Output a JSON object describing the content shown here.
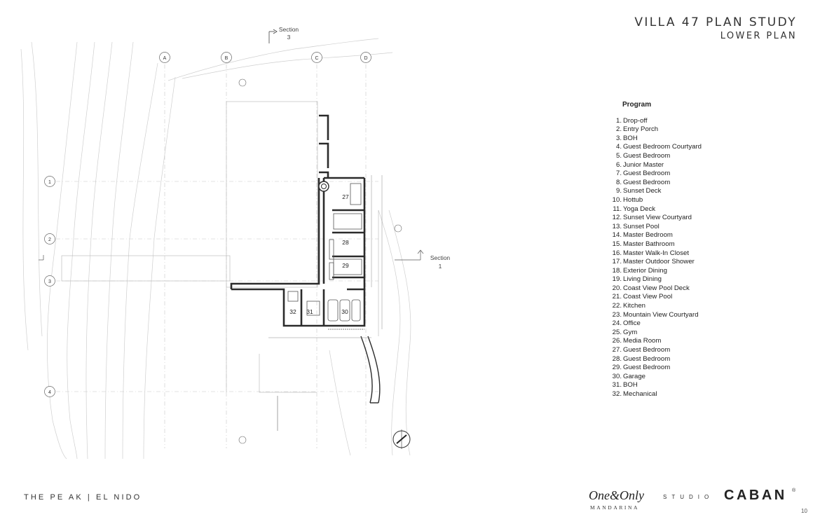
{
  "header": {
    "title": "VILLA 47 PLAN STUDY",
    "subtitle": "LOWER PLAN"
  },
  "program": {
    "heading": "Program",
    "items": [
      {
        "num": "1.",
        "label": "Drop-off"
      },
      {
        "num": "2.",
        "label": "Entry Porch"
      },
      {
        "num": "3.",
        "label": "BOH"
      },
      {
        "num": "4.",
        "label": "Guest Bedroom Courtyard"
      },
      {
        "num": "5.",
        "label": "Guest Bedroom"
      },
      {
        "num": "6.",
        "label": "Junior Master"
      },
      {
        "num": "7.",
        "label": "Guest Bedroom"
      },
      {
        "num": "8.",
        "label": "Guest Bedroom"
      },
      {
        "num": "9.",
        "label": "Sunset Deck"
      },
      {
        "num": "10.",
        "label": "Hottub"
      },
      {
        "num": "11.",
        "label": "Yoga Deck"
      },
      {
        "num": "12.",
        "label": "Sunset View Courtyard"
      },
      {
        "num": "13.",
        "label": "Sunset Pool"
      },
      {
        "num": "14.",
        "label": "Master Bedroom"
      },
      {
        "num": "15.",
        "label": "Master Bathroom"
      },
      {
        "num": "16.",
        "label": "Master Walk-In Closet"
      },
      {
        "num": "17.",
        "label": "Master Outdoor Shower"
      },
      {
        "num": "18.",
        "label": "Exterior Dining"
      },
      {
        "num": "19.",
        "label": "Living Dining"
      },
      {
        "num": "20.",
        "label": "Coast View Pool Deck"
      },
      {
        "num": "21.",
        "label": "Coast View Pool"
      },
      {
        "num": "22.",
        "label": "Kitchen"
      },
      {
        "num": "23.",
        "label": "Mountain View Courtyard"
      },
      {
        "num": "24.",
        "label": "Office"
      },
      {
        "num": "25.",
        "label": "Gym"
      },
      {
        "num": "26.",
        "label": "Media Room"
      },
      {
        "num": "27.",
        "label": "Guest Bedroom"
      },
      {
        "num": "28.",
        "label": "Guest Bedroom"
      },
      {
        "num": "29.",
        "label": "Guest Bedroom"
      },
      {
        "num": "30.",
        "label": "Garage"
      },
      {
        "num": "31.",
        "label": "BOH"
      },
      {
        "num": "32.",
        "label": "Mechanical"
      }
    ]
  },
  "plan": {
    "grid_columns": [
      "A",
      "B",
      "C",
      "D"
    ],
    "grid_rows": [
      "1",
      "2",
      "3",
      "4"
    ],
    "section_north": {
      "label": "Section",
      "num": "3"
    },
    "section_east": {
      "label": "Section",
      "num": "1"
    },
    "rooms": [
      {
        "id": "27",
        "label": "27"
      },
      {
        "id": "28",
        "label": "28"
      },
      {
        "id": "29",
        "label": "29"
      },
      {
        "id": "30",
        "label": "30"
      },
      {
        "id": "31",
        "label": "31"
      },
      {
        "id": "32",
        "label": "32"
      }
    ]
  },
  "footer": {
    "project": "THE PE AK  |  EL NIDO",
    "brand_one": "One&Only",
    "brand_one_sub": "MANDARINA",
    "brand_two_prefix": "STUDIO",
    "brand_two": "CABAN",
    "brand_two_mark": "®",
    "page": "10"
  }
}
